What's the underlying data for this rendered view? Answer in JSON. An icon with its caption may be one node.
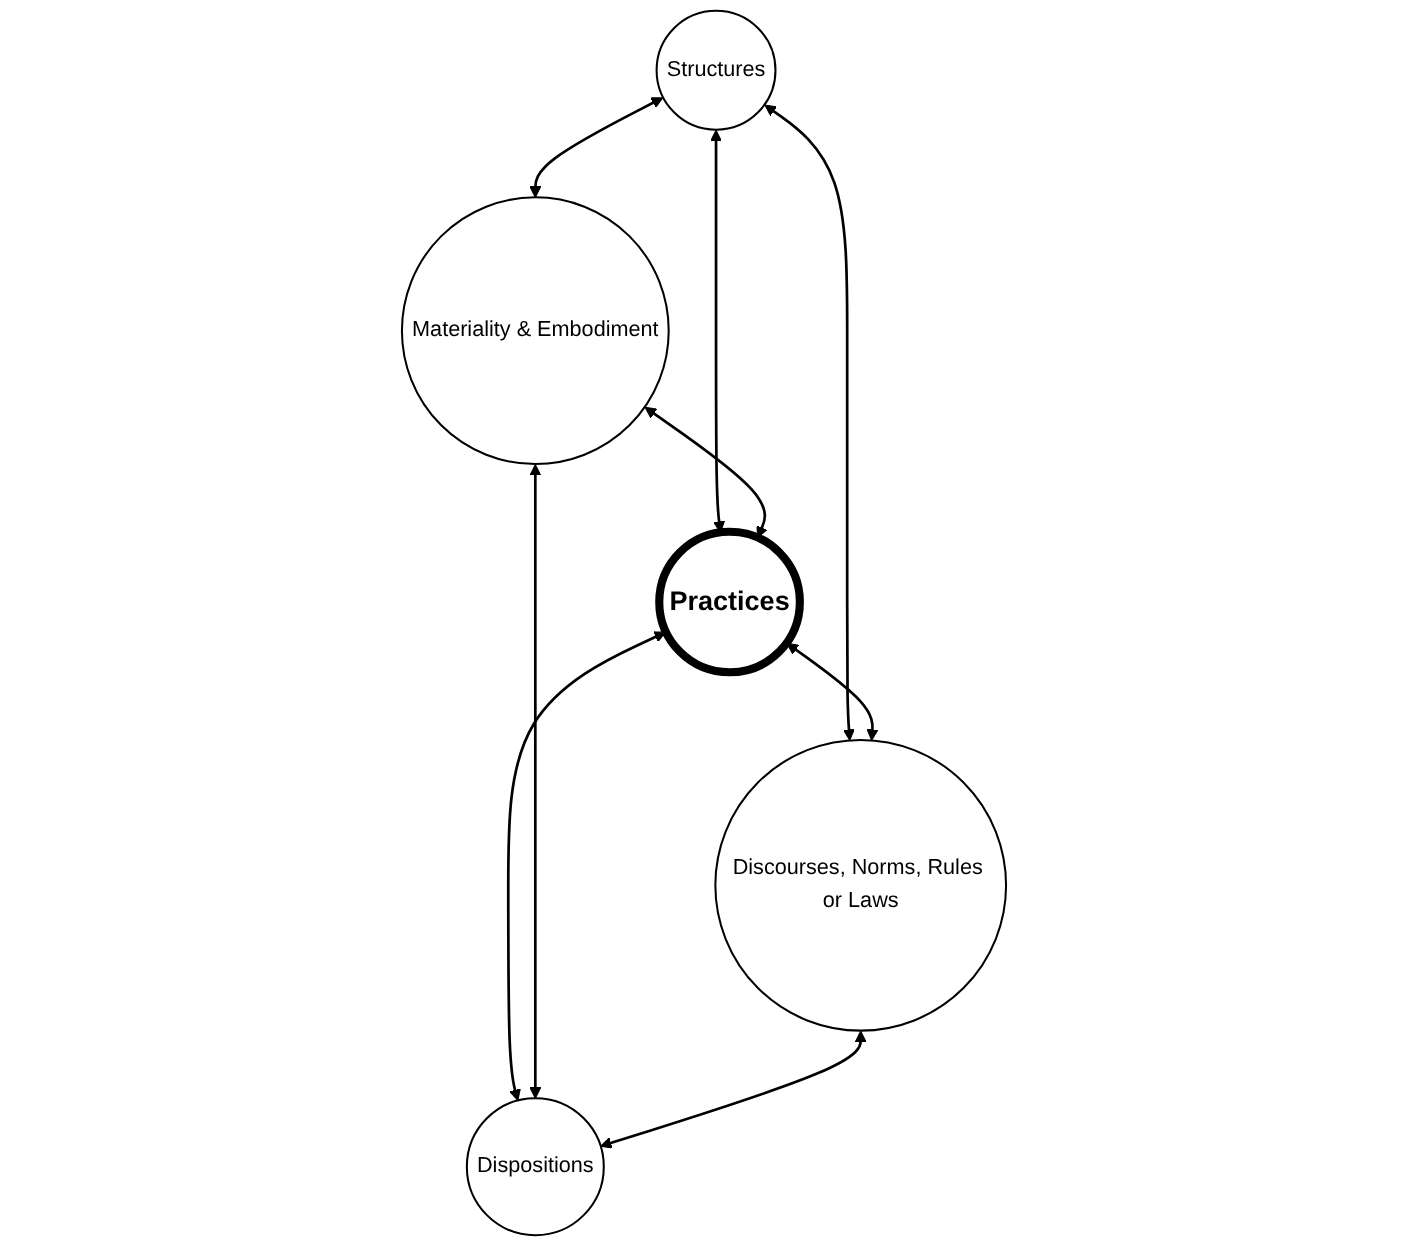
{
  "diagram": {
    "nodes": [
      {
        "text": [
          "Structures"
        ]
      },
      {
        "text": [
          "Materiality & Embodiment"
        ]
      },
      {
        "text": [
          "Practices"
        ]
      },
      {
        "text": [
          "Discourses, Norms, Rules or Laws"
        ]
      },
      {
        "text": [
          "Dispositions"
        ]
      }
    ],
    "edges": [
      {
        "from": 0,
        "to": 1,
        "arrow": "both"
      },
      {
        "from": 0,
        "to": 2,
        "arrow": "both"
      },
      {
        "from": 0,
        "to": 3,
        "arrow": "both"
      },
      {
        "from": 1,
        "to": 2,
        "arrow": "both"
      },
      {
        "from": 2,
        "to": 3,
        "arrow": "both"
      },
      {
        "from": 2,
        "to": 4,
        "arrow": "both"
      },
      {
        "from": 1,
        "to": 4,
        "arrow": "both"
      },
      {
        "from": 3,
        "to": 4,
        "arrow": "both"
      }
    ]
  }
}
